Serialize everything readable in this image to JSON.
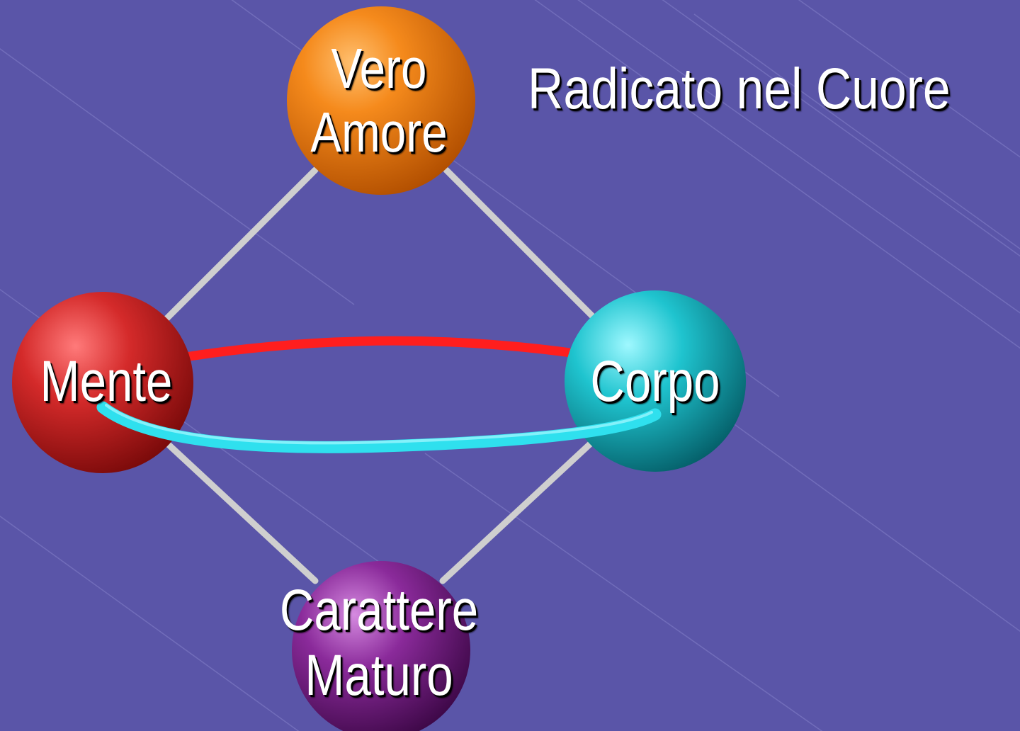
{
  "title": "Radicato nel Cuore",
  "nodes": {
    "vero_amore": {
      "line1": "Vero",
      "line2": "Amore",
      "color": "#f57f14"
    },
    "mente": {
      "label": "Mente",
      "color": "#d42a2a"
    },
    "corpo": {
      "label": "Corpo",
      "color": "#1fc4cf"
    },
    "carattere_maturo": {
      "line1": "Carattere",
      "line2": "Maturo",
      "color": "#8a2a9a"
    }
  },
  "colors": {
    "background": "#5a55a8",
    "connector": "#cfcfcf",
    "ring_red": "#ff1e1e",
    "ring_cyan": "#2fe0ee"
  }
}
